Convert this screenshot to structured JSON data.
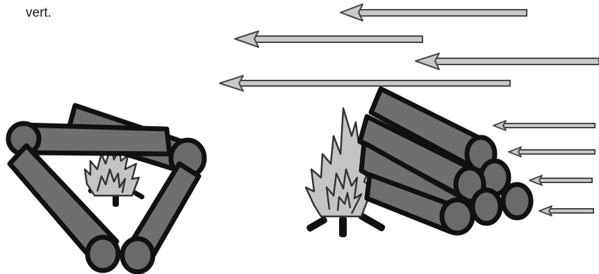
{
  "caption": {
    "text": "vert."
  },
  "figure": {
    "left_panel": "fire-in-triangle-of-logs",
    "right_panel": "fire-beside-stacked-logs-with-wind",
    "colors": {
      "log": "#6f6f6f",
      "outline": "#111111",
      "flame": "#c4c4c4",
      "arrow": "#c8c8c8"
    }
  }
}
